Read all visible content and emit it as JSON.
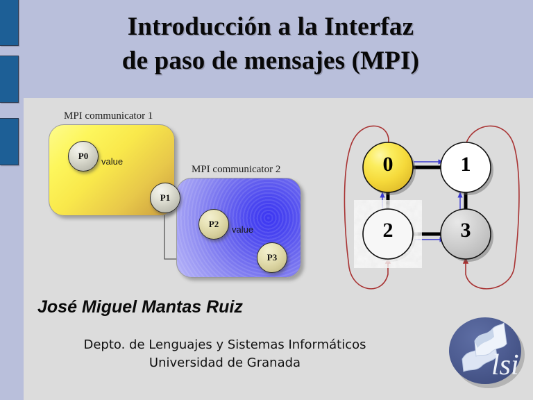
{
  "slide": {
    "title_line_1": "Introducción a la Interfaz",
    "title_line_2": "de paso de mensajes (MPI)",
    "author": "José Miguel Mantas Ruiz",
    "affiliation_line_1": "Depto. de Lenguajes y Sistemas Informáticos",
    "affiliation_line_2": "Universidad de Granada"
  },
  "colors": {
    "header_background": "#b9bfdb",
    "content_background": "#dcdcdc",
    "accent_bar": "#1d5f96",
    "communicator_1": "#fdf65c",
    "communicator_2": "#4a46f0",
    "ring_edge_black": "#000000",
    "ring_edge_blue": "#3a3ad0",
    "ring_edge_red": "#a83232",
    "logo_circle": "#4d5c91"
  },
  "communicator_diagram": {
    "comm1_label": "MPI communicator 1",
    "comm2_label": "MPI communicator 2",
    "nodes": [
      {
        "id": "P0",
        "label": "P0",
        "communicator": 1
      },
      {
        "id": "P1",
        "label": "P1",
        "communicator": 1
      },
      {
        "id": "P2",
        "label": "P2",
        "communicator": 2
      },
      {
        "id": "P3",
        "label": "P3",
        "communicator": 2
      }
    ],
    "edges": [
      {
        "from": "P0",
        "to": "P1",
        "label": "value"
      },
      {
        "from": "P2",
        "to": "P3",
        "label": "value"
      },
      {
        "from": "P1",
        "to": "P3",
        "label": ""
      }
    ],
    "value_label_1": "value",
    "value_label_2": "value"
  },
  "ring_graph": {
    "nodes": [
      {
        "id": "0",
        "label": "0",
        "fill": "yellow"
      },
      {
        "id": "1",
        "label": "1",
        "fill": "white"
      },
      {
        "id": "2",
        "label": "2",
        "fill": "textured-white"
      },
      {
        "id": "3",
        "label": "3",
        "fill": "grey"
      }
    ],
    "edges": [
      {
        "from": "0",
        "to": "1",
        "color": "black"
      },
      {
        "from": "0",
        "to": "1",
        "color": "blue"
      },
      {
        "from": "2",
        "to": "0",
        "color": "black"
      },
      {
        "from": "2",
        "to": "0",
        "color": "blue"
      },
      {
        "from": "2",
        "to": "3",
        "color": "black"
      },
      {
        "from": "2",
        "to": "3",
        "color": "blue"
      },
      {
        "from": "3",
        "to": "1",
        "color": "black"
      },
      {
        "from": "3",
        "to": "1",
        "color": "blue"
      },
      {
        "from": "0",
        "to": "2",
        "color": "red",
        "wrap": "left"
      },
      {
        "from": "1",
        "to": "3",
        "color": "red",
        "wrap": "right"
      }
    ]
  },
  "logo": {
    "text": "lsi",
    "name": "lsi-logo"
  }
}
